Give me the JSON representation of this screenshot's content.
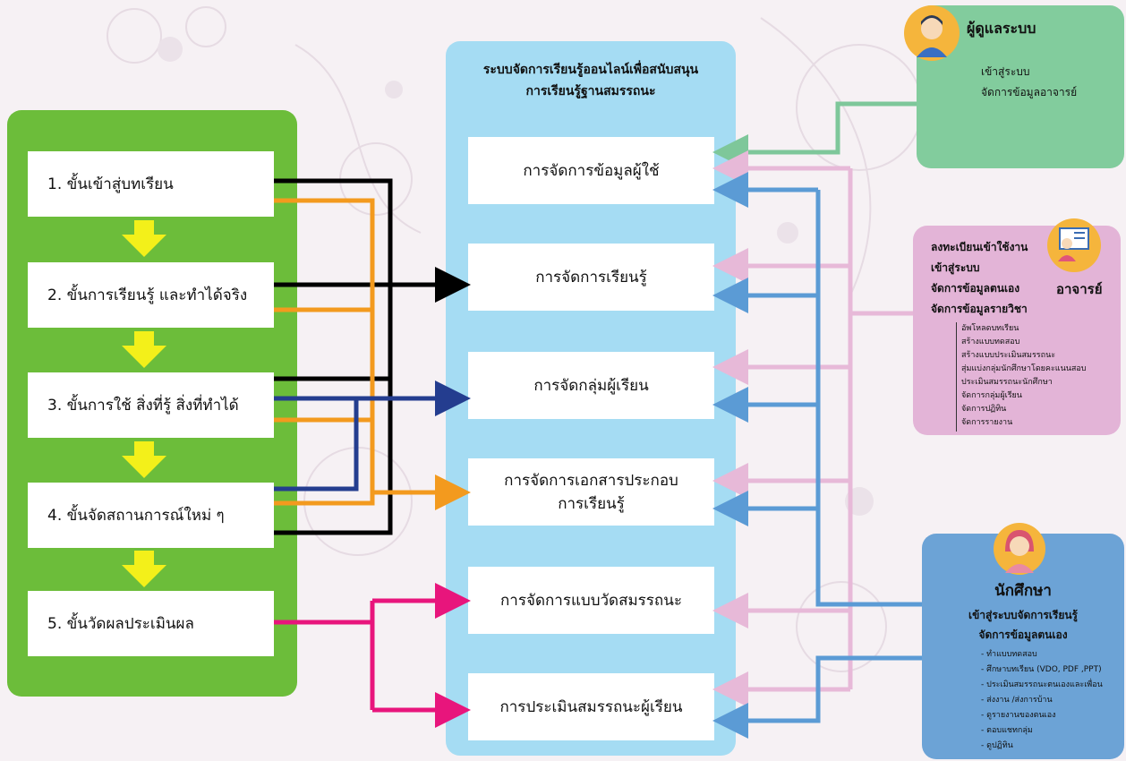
{
  "system_title": [
    "ระบบจัดการเรียนรู้ออนไลน์เพื่อสนับสนุน",
    "การเรียนรู้ฐานสมรรถนะ"
  ],
  "steps": [
    {
      "label": "1. ขั้นเข้าสู่บทเรียน"
    },
    {
      "label": "2. ขั้นการเรียนรู้ และทำได้จริง"
    },
    {
      "label": "3. ขั้นการใช้ สิ่งที่รู้ สิ่งที่ทำได้"
    },
    {
      "label": "4. ขั้นจัดสถานการณ์ใหม่ ๆ"
    },
    {
      "label": "5. ขั้นวัดผลประเมินผล"
    }
  ],
  "modules": [
    {
      "label": "การจัดการข้อมูลผู้ใช้"
    },
    {
      "label": "การจัดการเรียนรู้"
    },
    {
      "label": "การจัดกลุ่มผู้เรียน"
    },
    {
      "label": "การจัดการเอกสารประกอบ\nการเรียนรู้"
    },
    {
      "label": "การจัดการแบบวัดสมรรถนะ"
    },
    {
      "label": "การประเมินสมรรถนะผู้เรียน"
    }
  ],
  "admin": {
    "title": "ผู้ดูแลระบบ",
    "items": [
      "เข้าสู่ระบบ",
      "จัดการข้อมูลอาจารย์"
    ],
    "icon": "admin-avatar-icon"
  },
  "teacher": {
    "title": "อาจารย์",
    "items": [
      "ลงทะเบียนเข้าใช้งาน",
      "เข้าสู่ระบบ",
      "จัดการข้อมูลตนเอง",
      "จัดการข้อมูลรายวิชา"
    ],
    "subitems": [
      "อัพโหลดบทเรียน",
      "สร้างแบบทดสอบ",
      "สร้างแบบประเมินสมรรถนะ",
      "สุ่มแบ่งกลุ่มนักศึกษาโดยคะแนนสอบ",
      "ประเมินสมรรถนะนักศึกษา",
      "จัดการกลุ่มผู้เรียน",
      "จัดการปฏิทิน",
      "จัดการรายงาน"
    ],
    "icon": "teacher-presentation-icon"
  },
  "student": {
    "title": "นักศึกษา",
    "items": [
      "เข้าสู่ระบบจัดการเรียนรู้",
      "จัดการข้อมูลตนเอง"
    ],
    "subitems": [
      "ทำแบบทดสอบ",
      "ศึกษาบทเรียน (VDO, PDF ,PPT)",
      "ประเมินสมรรถนะตนเองและเพื่อน",
      "ส่งงาน /ส่งการบ้าน",
      "ดูรายงานของตนเอง",
      "ตอบแชทกลุ่ม",
      "ดูปฏิทิน"
    ],
    "icon": "student-avatar-icon"
  },
  "colors": {
    "steps_panel": "#6cbd3a",
    "system_panel": "#a5dcf3",
    "admin_panel": "#82cc9d",
    "teacher_panel": "#e3b4d7",
    "student_panel": "#6ca3d6",
    "black_arrow": "#000000",
    "orange_arrow": "#f39a1e",
    "navy_arrow": "#243d8f",
    "magenta_arrow": "#e8157c",
    "green_arrow": "#7ec79a",
    "pink_arrow": "#e7b9d8",
    "blue_arrow": "#5b9bd5",
    "yellow_arrow": "#f3f01a"
  }
}
